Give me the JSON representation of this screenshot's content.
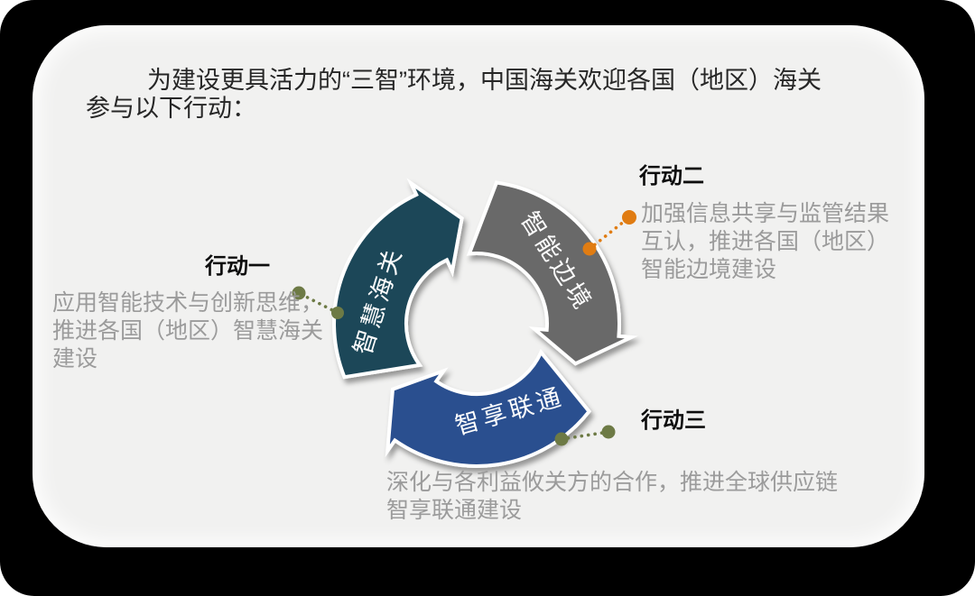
{
  "palette": {
    "frame_bg": "#000000",
    "card_bg": "#f1f1f0",
    "olive_connector": "#6d7a45",
    "orange_connector": "#e07c12"
  },
  "title": {
    "text": "为建设更具活力的“三智”环境，中国海关欢迎各国（地区）海关\n参与以下行动："
  },
  "cycle": {
    "segments": [
      {
        "label": "智慧海关",
        "color": "#1b4659"
      },
      {
        "label": "智能边境",
        "color": "#696969"
      },
      {
        "label": "智享联通",
        "color": "#2a4f8f"
      }
    ]
  },
  "actions": [
    {
      "heading": "行动一",
      "desc": "应用智能技术与创新思维，\n推进各国（地区）智慧海关\n建设",
      "connector_color": "#6d7a45"
    },
    {
      "heading": "行动二",
      "desc": "加强信息共享与监管结果\n互认，推进各国（地区）\n智能边境建设",
      "connector_color": "#e07c12"
    },
    {
      "heading": "行动三",
      "desc": "深化与各利益攸关方的合作，推进全球供应链\n智享联通建设",
      "connector_color": "#6d7a45"
    }
  ]
}
